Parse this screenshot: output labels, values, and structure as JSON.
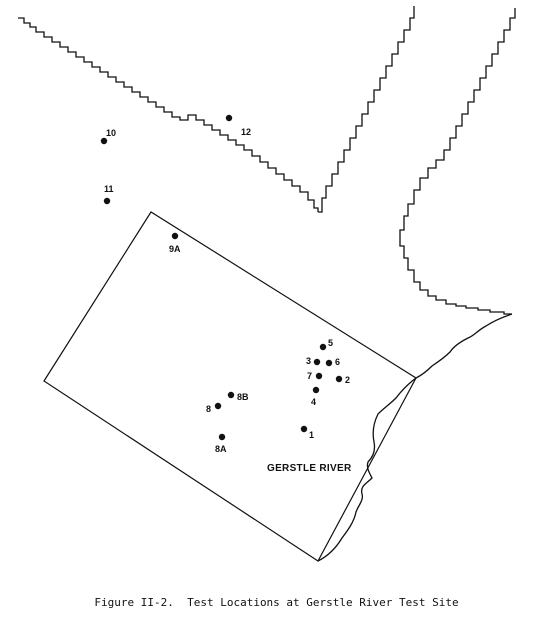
{
  "caption": "Figure II-2.  Test Locations at Gerstle River Test Site",
  "river_label": "GERSTLE RIVER",
  "colors": {
    "ink": "#111111",
    "background": "#ffffff"
  },
  "test_locations": [
    {
      "id": "site-10",
      "label": "10"
    },
    {
      "id": "site-12",
      "label": "12"
    },
    {
      "id": "site-11",
      "label": "11"
    },
    {
      "id": "site-9a-top",
      "label": "9A"
    },
    {
      "id": "site-5",
      "label": "5"
    },
    {
      "id": "site-3",
      "label": "3"
    },
    {
      "id": "site-6",
      "label": "6"
    },
    {
      "id": "site-7",
      "label": "7"
    },
    {
      "id": "site-2",
      "label": "2"
    },
    {
      "id": "site-4",
      "label": "4"
    },
    {
      "id": "site-8b",
      "label": "8B"
    },
    {
      "id": "site-8",
      "label": "8"
    },
    {
      "id": "site-8a",
      "label": "8A"
    },
    {
      "id": "site-1",
      "label": "1"
    }
  ]
}
